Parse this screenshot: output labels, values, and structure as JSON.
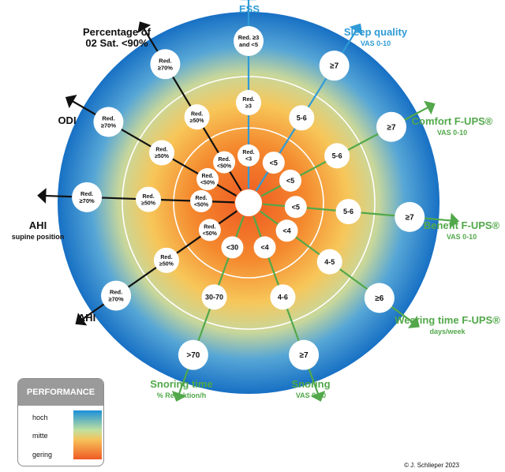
{
  "title": "ESS",
  "axes": [
    {
      "id": "ess",
      "color": "#2f9bd6",
      "angle": 90,
      "label": [
        "ESS"
      ],
      "sublabel": "",
      "values": [
        "Red.\n<3",
        "Red.\n≥3",
        "Red. ≥3\nand <5"
      ]
    },
    {
      "id": "sleep",
      "color": "#2f9bd6",
      "angle": 58,
      "label": [
        "Sleep quality"
      ],
      "sublabel": "VAS 0-10",
      "values": [
        "<5",
        "5-6",
        "≥7"
      ]
    },
    {
      "id": "comfort",
      "color": "#52a84a",
      "angle": 28,
      "label": [
        "Comfort F-UPS®"
      ],
      "sublabel": "VAS 0-10",
      "values": [
        "<5",
        "5-6",
        "≥7"
      ]
    },
    {
      "id": "benefit",
      "color": "#52a84a",
      "angle": -5,
      "label": [
        "Benefit F-UPS®"
      ],
      "sublabel": "VAS 0-10",
      "values": [
        "<5",
        "5-6",
        "≥7"
      ]
    },
    {
      "id": "wearing",
      "color": "#52a84a",
      "angle": -36,
      "label": [
        "Wearing time F-UPS®"
      ],
      "sublabel": "days/week",
      "values": [
        "<4",
        "4-5",
        "≥6"
      ]
    },
    {
      "id": "snoring",
      "color": "#52a84a",
      "angle": -70,
      "label": [
        "Snoring"
      ],
      "sublabel": "VAS 0-10",
      "values": [
        "<4",
        "4-6",
        "≥7"
      ]
    },
    {
      "id": "snoringtime",
      "color": "#52a84a",
      "angle": -110,
      "label": [
        "Snoring time"
      ],
      "sublabel": "% Reduktion/h",
      "values": [
        "<30",
        "30-70",
        ">70"
      ]
    },
    {
      "id": "ahi",
      "color": "#111111",
      "angle": -145,
      "label": [
        "AHI"
      ],
      "sublabel": "",
      "values": [
        "Red.\n<50%",
        "Red.\n≥50%",
        "Red.\n≥70%"
      ]
    },
    {
      "id": "ahisupine",
      "color": "#111111",
      "angle": 178,
      "label": [
        "AHI"
      ],
      "sublabel": "supine position",
      "values": [
        "Red.\n<50%",
        "Red.\n≥50%",
        "Red.\n≥70%"
      ]
    },
    {
      "id": "odi",
      "color": "#111111",
      "angle": 150,
      "label": [
        "ODI"
      ],
      "sublabel": "",
      "values": [
        "Red.\n<50%",
        "Red.\n≥50%",
        "Red.\n≥70%"
      ]
    },
    {
      "id": "o2sat",
      "color": "#111111",
      "angle": 121,
      "label": [
        "Percentage of",
        "02 Sat. <90%"
      ],
      "sublabel": "",
      "values": [
        "Red.\n<50%",
        "Red.\n≥50%",
        "Red.\n≥70%"
      ]
    }
  ],
  "legend": {
    "title": "PERFORMANCE",
    "high": "hoch",
    "mid": "mitte",
    "low": "gering"
  },
  "copyright": "© J. Schlieper 2023",
  "colors": {
    "outer_blue": "#1b86d0",
    "mid_yellow": "#f5c65a",
    "inner_orange": "#ee5a22",
    "ring_line": "#ffffff"
  }
}
